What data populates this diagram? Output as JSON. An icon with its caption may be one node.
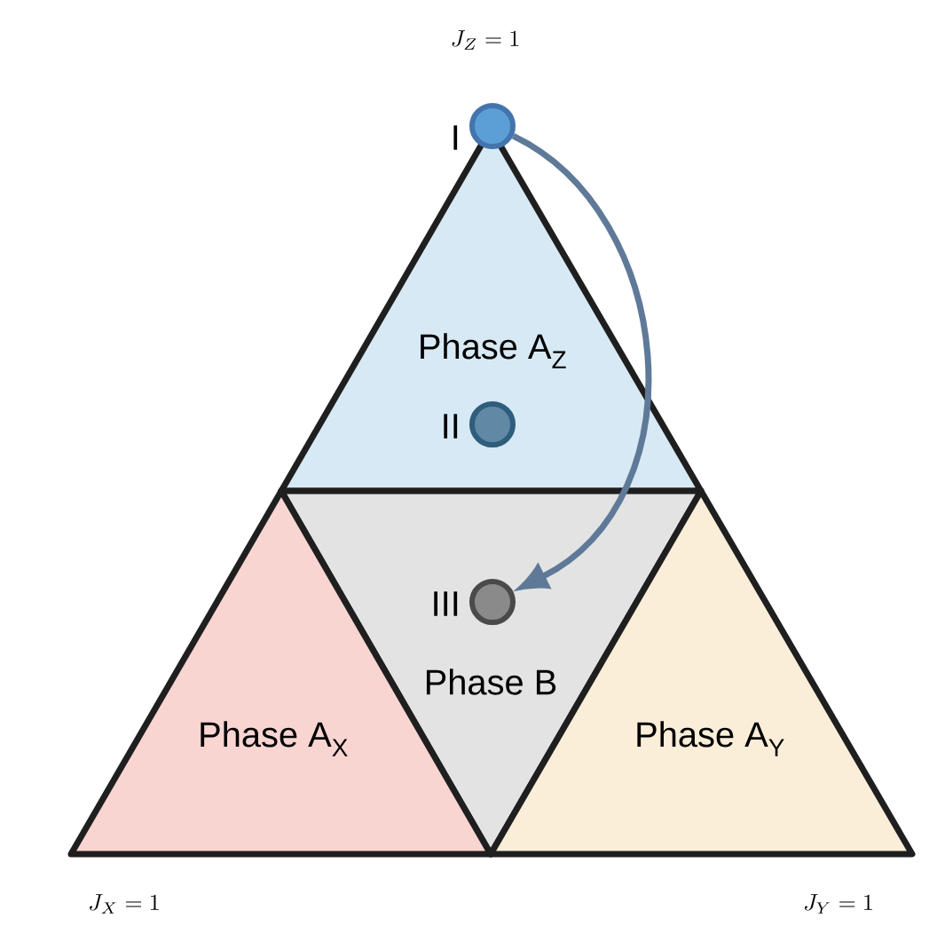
{
  "diagram": {
    "nodes": [
      {
        "text": [
          "Phase A$_{Z}$"
        ]
      },
      {
        "text": [
          "Phase B"
        ]
      },
      {
        "text": [
          "Phase A$_{X}$"
        ]
      },
      {
        "text": [
          "Phase A$_{Y}$"
        ]
      },
      {
        "text": [],
        "shape": "circle",
        "beside": [
          "I"
        ]
      },
      {
        "text": [],
        "shape": "circle",
        "beside": [
          "II"
        ],
        "in": 0
      },
      {
        "text": [],
        "shape": "circle",
        "beside": [
          "III"
        ],
        "in": 1
      }
    ],
    "edges": [
      {
        "from": 4,
        "to": 6,
        "arrow": "to"
      }
    ],
    "labels": [
      "J_Z = 1",
      "J_X = 1",
      "J_Y = 1"
    ]
  }
}
